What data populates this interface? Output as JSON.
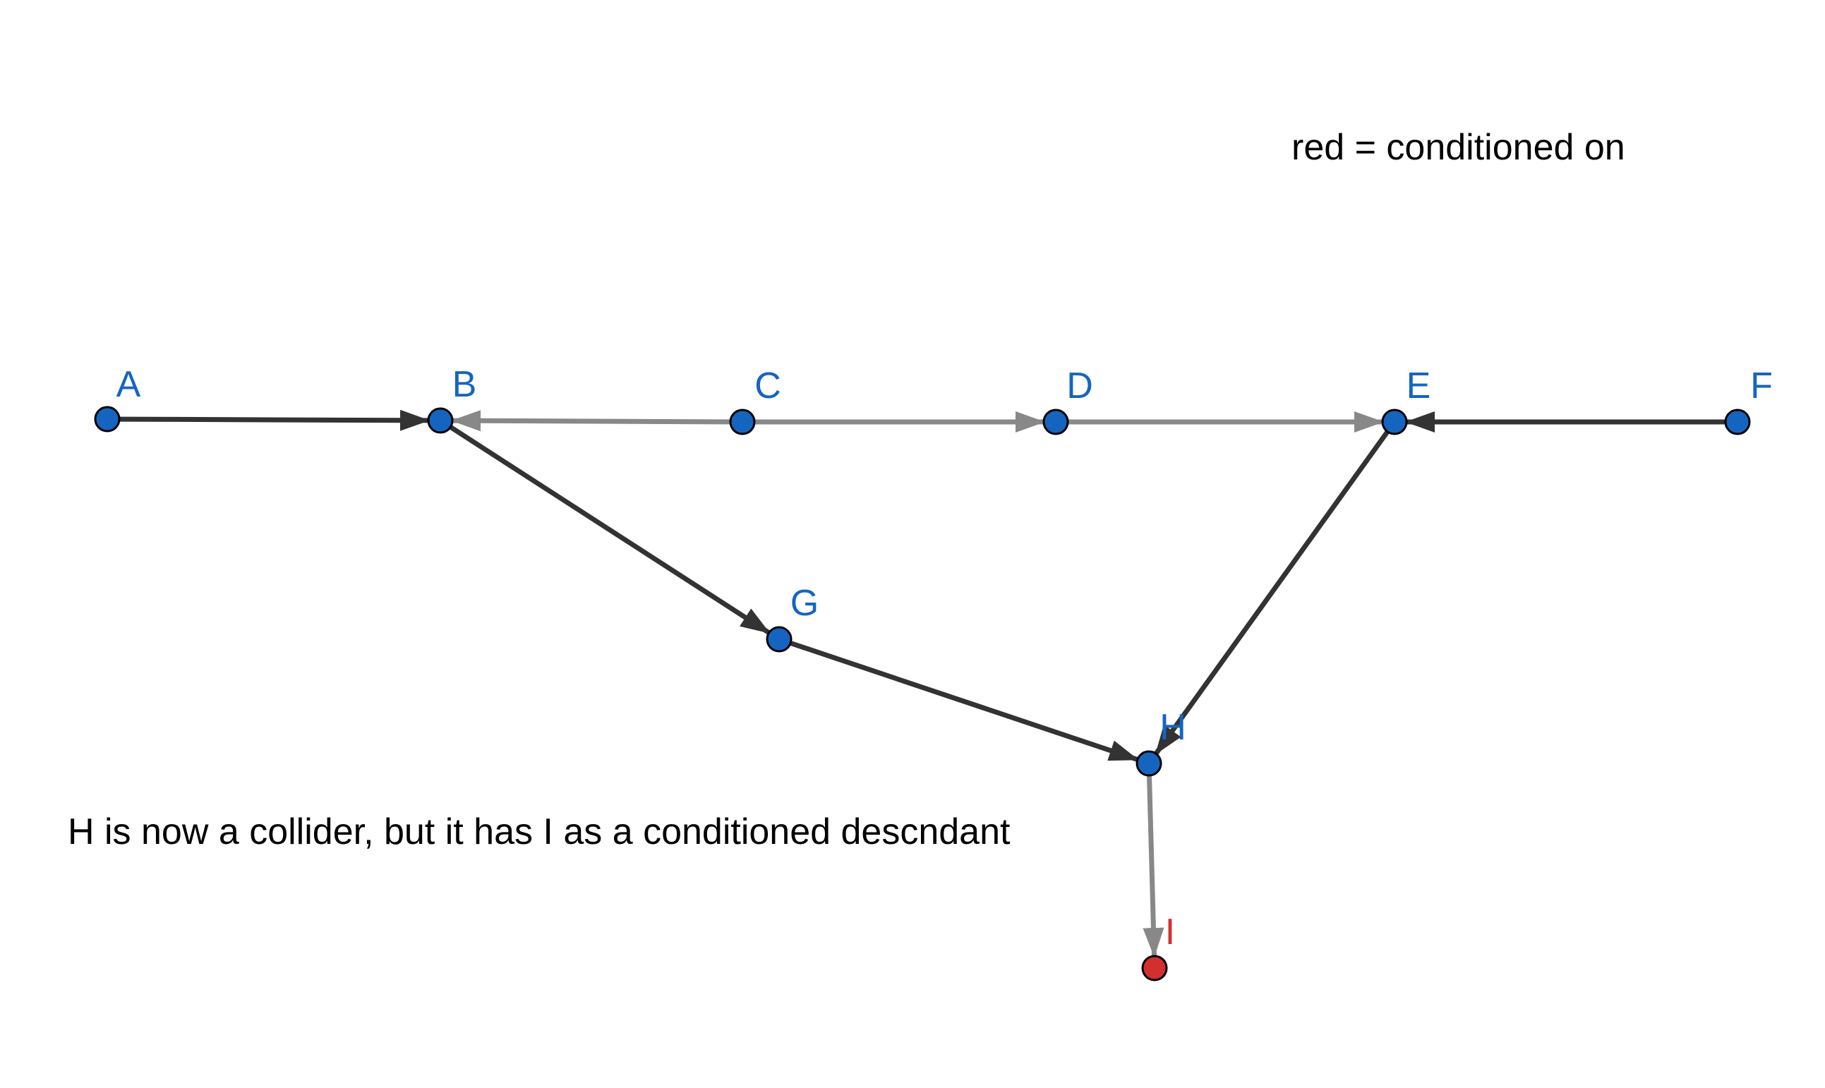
{
  "legend_text": "red = conditioned on",
  "caption_text": "H is now a collider, but it has I as a conditioned descndant",
  "colors": {
    "node_default": "#1565c0",
    "node_conditioned": "#d32f2f",
    "label_default": "#1565c0",
    "label_conditioned": "#d32f2f",
    "node_stroke": "#000000",
    "edge_dark": "#333333",
    "edge_gray": "#888888"
  },
  "nodes": [
    {
      "id": "A",
      "label": "A",
      "conditioned": false
    },
    {
      "id": "B",
      "label": "B",
      "conditioned": false
    },
    {
      "id": "C",
      "label": "C",
      "conditioned": false
    },
    {
      "id": "D",
      "label": "D",
      "conditioned": false
    },
    {
      "id": "E",
      "label": "E",
      "conditioned": false
    },
    {
      "id": "F",
      "label": "F",
      "conditioned": false
    },
    {
      "id": "G",
      "label": "G",
      "conditioned": false
    },
    {
      "id": "H",
      "label": "H",
      "conditioned": false
    },
    {
      "id": "I",
      "label": "I",
      "conditioned": true
    }
  ],
  "edges": [
    {
      "from": "A",
      "to": "B",
      "style": "dark"
    },
    {
      "from": "C",
      "to": "B",
      "style": "gray"
    },
    {
      "from": "C",
      "to": "D",
      "style": "gray"
    },
    {
      "from": "D",
      "to": "E",
      "style": "gray"
    },
    {
      "from": "F",
      "to": "E",
      "style": "dark"
    },
    {
      "from": "B",
      "to": "G",
      "style": "dark"
    },
    {
      "from": "G",
      "to": "H",
      "style": "dark"
    },
    {
      "from": "E",
      "to": "H",
      "style": "dark"
    },
    {
      "from": "H",
      "to": "I",
      "style": "gray"
    }
  ]
}
